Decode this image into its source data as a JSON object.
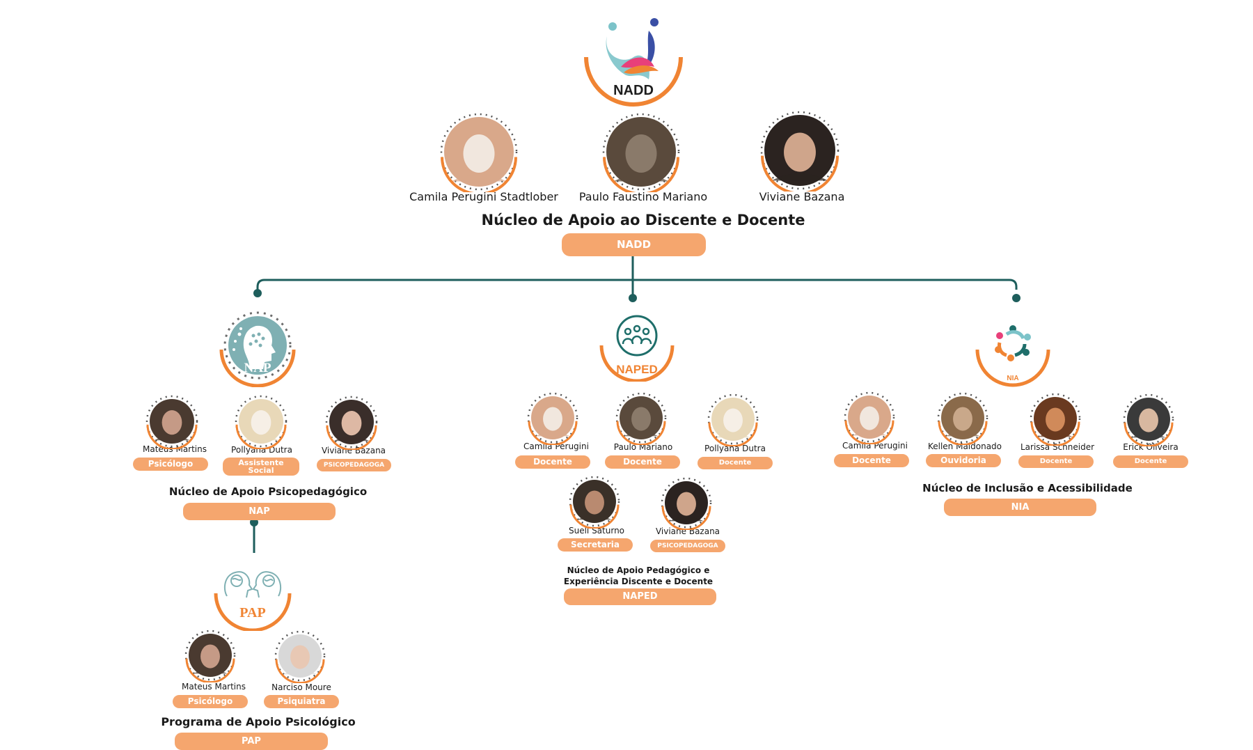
{
  "colors": {
    "orange": "#f08433",
    "pill": "#f5a66e",
    "teal": "#1e5e5c",
    "nap_teal": "#7fb0b3"
  },
  "top": {
    "logo_text": "NADD",
    "members": [
      {
        "name": "Camila Perugini Stadtlober"
      },
      {
        "name": "Paulo Faustino Mariano"
      },
      {
        "name": "Viviane Bazana"
      }
    ],
    "title": "Núcleo de Apoio ao Discente e Docente",
    "badge": "NADD"
  },
  "nap": {
    "logo_text": "NAP",
    "members": [
      {
        "name": "Mateus Martins",
        "role": "Psicólogo"
      },
      {
        "name": "Pollyana Dutra",
        "role_line1": "Assistente",
        "role_line2": "Social"
      },
      {
        "name": "Viviane Bazana",
        "role": "PSICOPEDAGOGA"
      }
    ],
    "title": "Núcleo de Apoio Psicopedagógico",
    "badge": "NAP"
  },
  "pap": {
    "logo_text": "PAP",
    "members": [
      {
        "name": "Mateus Martins",
        "role": "Psicólogo"
      },
      {
        "name": "Narciso Moure",
        "role": "Psiquiatra"
      }
    ],
    "title": "Programa de Apoio Psicológico",
    "badge": "PAP"
  },
  "naped": {
    "logo_text": "NAPED",
    "members": [
      {
        "name": "Camila Perugini",
        "role": "Docente"
      },
      {
        "name": "Paulo Mariano",
        "role": "Docente"
      },
      {
        "name": "Pollyana Dutra",
        "role": "Docente"
      },
      {
        "name": "Sueli Saturno",
        "role": "Secretaria"
      },
      {
        "name": "Viviane Bazana",
        "role": "PSICOPEDAGOGA"
      }
    ],
    "title_line1": "Núcleo de Apoio Pedagógico e",
    "title_line2": "Experiência Discente e Docente",
    "badge": "NAPED"
  },
  "nia": {
    "logo_text": "NIA",
    "members": [
      {
        "name": "Camila Perugini",
        "role": "Docente"
      },
      {
        "name": "Kellen Maldonado",
        "role": "Ouvidoria"
      },
      {
        "name": "Larissa Schneider",
        "role": "Docente"
      },
      {
        "name": "Erick Oliveira",
        "role": "Docente"
      }
    ],
    "title": "Núcleo de Inclusão e Acessibilidade",
    "badge": "NIA"
  }
}
